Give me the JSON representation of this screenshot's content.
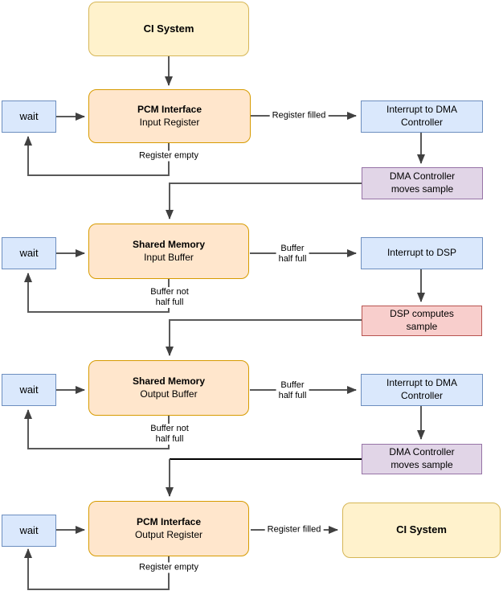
{
  "diagram": {
    "nodes": {
      "ci_top": {
        "title": "CI System"
      },
      "wait": "wait",
      "pcm_input": {
        "title": "PCM Interface",
        "subtitle": "Input Register"
      },
      "interrupt_dma_1": {
        "line1": "Interrupt to DMA",
        "line2": "Controller"
      },
      "dma_moves_1": {
        "line1": "DMA Controller",
        "line2": "moves sample"
      },
      "shared_input": {
        "title": "Shared Memory",
        "subtitle": "Input Buffer"
      },
      "interrupt_dsp": {
        "line1": "Interrupt to DSP"
      },
      "dsp_computes": {
        "line1": "DSP computes",
        "line2": "sample"
      },
      "shared_output": {
        "title": "Shared Memory",
        "subtitle": "Output Buffer"
      },
      "interrupt_dma_2": {
        "line1": "Interrupt to DMA",
        "line2": "Controller"
      },
      "dma_moves_2": {
        "line1": "DMA Controller",
        "line2": "moves sample"
      },
      "pcm_output": {
        "title": "PCM Interface",
        "subtitle": "Output Register"
      },
      "ci_bottom": {
        "title": "CI System"
      }
    },
    "edge_labels": {
      "register_filled_top": "Register filled",
      "register_empty_top": "Register empty",
      "buffer_half_full_in": {
        "line1": "Buffer",
        "line2": "half full"
      },
      "buffer_not_half_full_in": {
        "line1": "Buffer not",
        "line2": "half full"
      },
      "buffer_half_full_out": {
        "line1": "Buffer",
        "line2": "half full"
      },
      "buffer_not_half_full_out": {
        "line1": "Buffer not",
        "line2": "half full"
      },
      "register_filled_bottom": "Register filled",
      "register_empty_bottom": "Register empty"
    },
    "colors": {
      "yellow_fill": "#FFF2CC",
      "yellow_stroke": "#D6B656",
      "orange_fill": "#FFE6CC",
      "orange_stroke": "#D79B00",
      "blue_fill": "#DAE8FC",
      "blue_stroke": "#6C8EBF",
      "purple_fill": "#E1D5E7",
      "purple_stroke": "#9673A6",
      "red_fill": "#F8CECC",
      "red_stroke": "#B85450",
      "edge_gray": "#595959",
      "edge_black": "#000000"
    }
  }
}
